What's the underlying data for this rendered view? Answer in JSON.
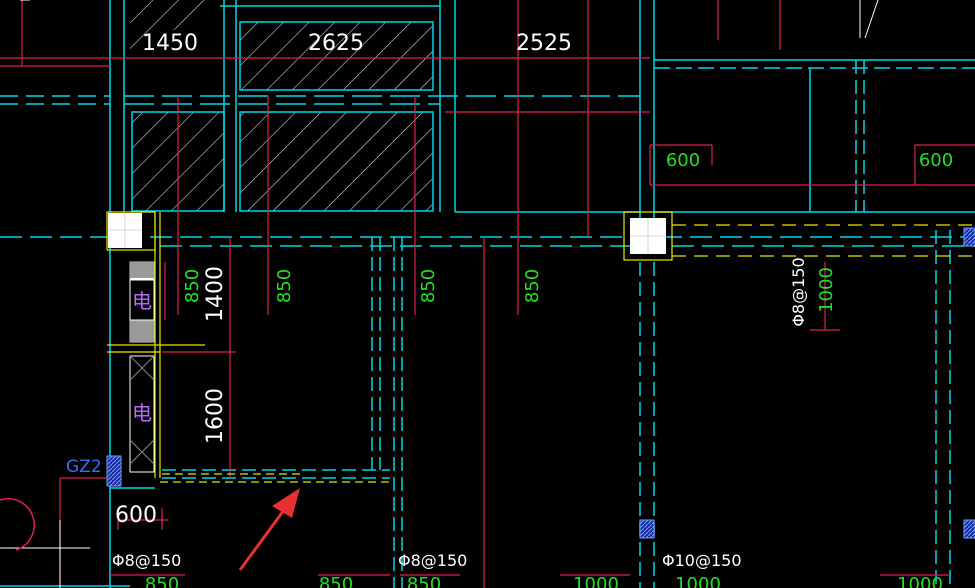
{
  "drawing": {
    "top_dimensions": [
      "1450",
      "2625",
      "2525"
    ],
    "slab_dims_green_top": [
      "600",
      "600"
    ],
    "beam_dims_green": [
      "850",
      "850",
      "850",
      "850"
    ],
    "vertical_white_dims": [
      "1400",
      "1600"
    ],
    "bottom_white_dim": "600",
    "right_green_dim": "1000",
    "rebar_callouts": [
      "Φ8@150",
      "Φ8@150",
      "Φ8@150",
      "Φ10@150"
    ],
    "column_tag": "GZ2",
    "shaft_labels": [
      "电",
      "电"
    ],
    "bottom_green_dims": [
      "850",
      "850",
      "850",
      "1000",
      "1000",
      "1000"
    ],
    "colors": {
      "background": "#000000",
      "cyan": "#00d8e8",
      "red": "#e0204a",
      "white": "#ffffff",
      "green": "#22e022",
      "yellow": "#e8e800",
      "blue": "#3a6cff",
      "arrow": "#e83030"
    }
  }
}
